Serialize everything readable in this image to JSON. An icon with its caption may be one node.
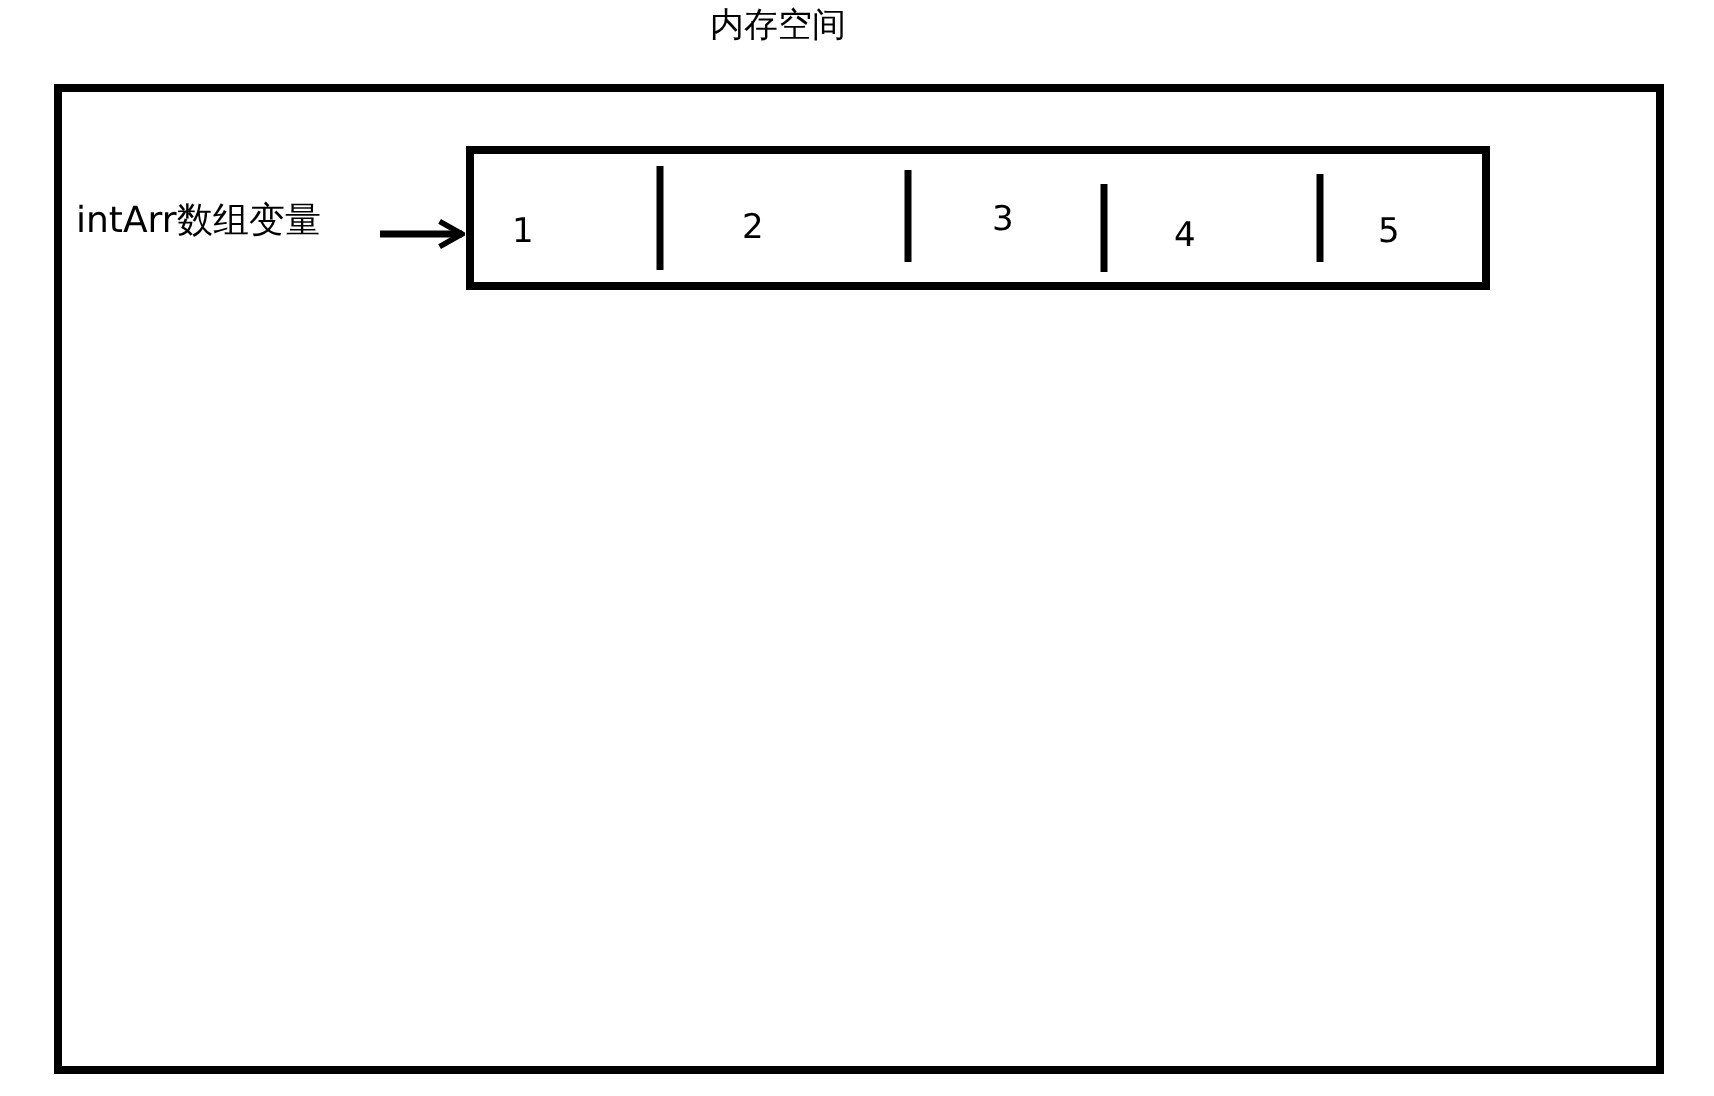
{
  "diagram": {
    "nodes": [
      {
        "text": [
          "内存空间"
        ]
      },
      {
        "text": [
          "intArr数组变量"
        ],
        "in": 0
      },
      {
        "text": [
          "1",
          "2",
          "3",
          "4",
          "5"
        ],
        "in": 0
      }
    ],
    "edges": [
      {
        "from": 1,
        "to": 2,
        "arrow": "to"
      }
    ]
  }
}
